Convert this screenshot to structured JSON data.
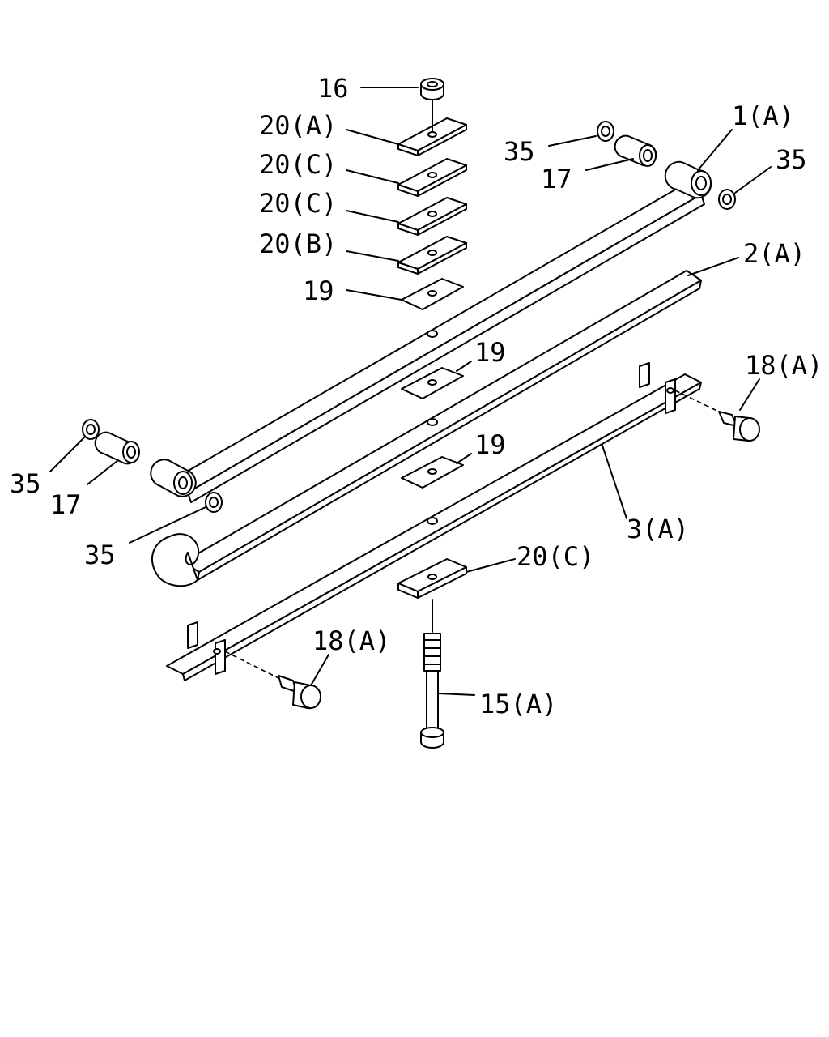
{
  "diagram": {
    "callouts": [
      {
        "id": "c16",
        "text": "16"
      },
      {
        "id": "c20a",
        "text": "20(A)"
      },
      {
        "id": "c20c1",
        "text": "20(C)"
      },
      {
        "id": "c20c2",
        "text": "20(C)"
      },
      {
        "id": "c20b",
        "text": "20(B)"
      },
      {
        "id": "c19a",
        "text": "19"
      },
      {
        "id": "c19b",
        "text": "19"
      },
      {
        "id": "c19c",
        "text": "19"
      },
      {
        "id": "c35a",
        "text": "35"
      },
      {
        "id": "c17a",
        "text": "17"
      },
      {
        "id": "c1a",
        "text": "1(A)"
      },
      {
        "id": "c35b",
        "text": "35"
      },
      {
        "id": "c2a",
        "text": "2(A)"
      },
      {
        "id": "c18a",
        "text": "18(A)"
      },
      {
        "id": "c35c",
        "text": "35"
      },
      {
        "id": "c17b",
        "text": "17"
      },
      {
        "id": "c3a",
        "text": "3(A)"
      },
      {
        "id": "c35d",
        "text": "35"
      },
      {
        "id": "c20c3",
        "text": "20(C)"
      },
      {
        "id": "c18b",
        "text": "18(A)"
      },
      {
        "id": "c15a",
        "text": "15(A)"
      }
    ]
  }
}
